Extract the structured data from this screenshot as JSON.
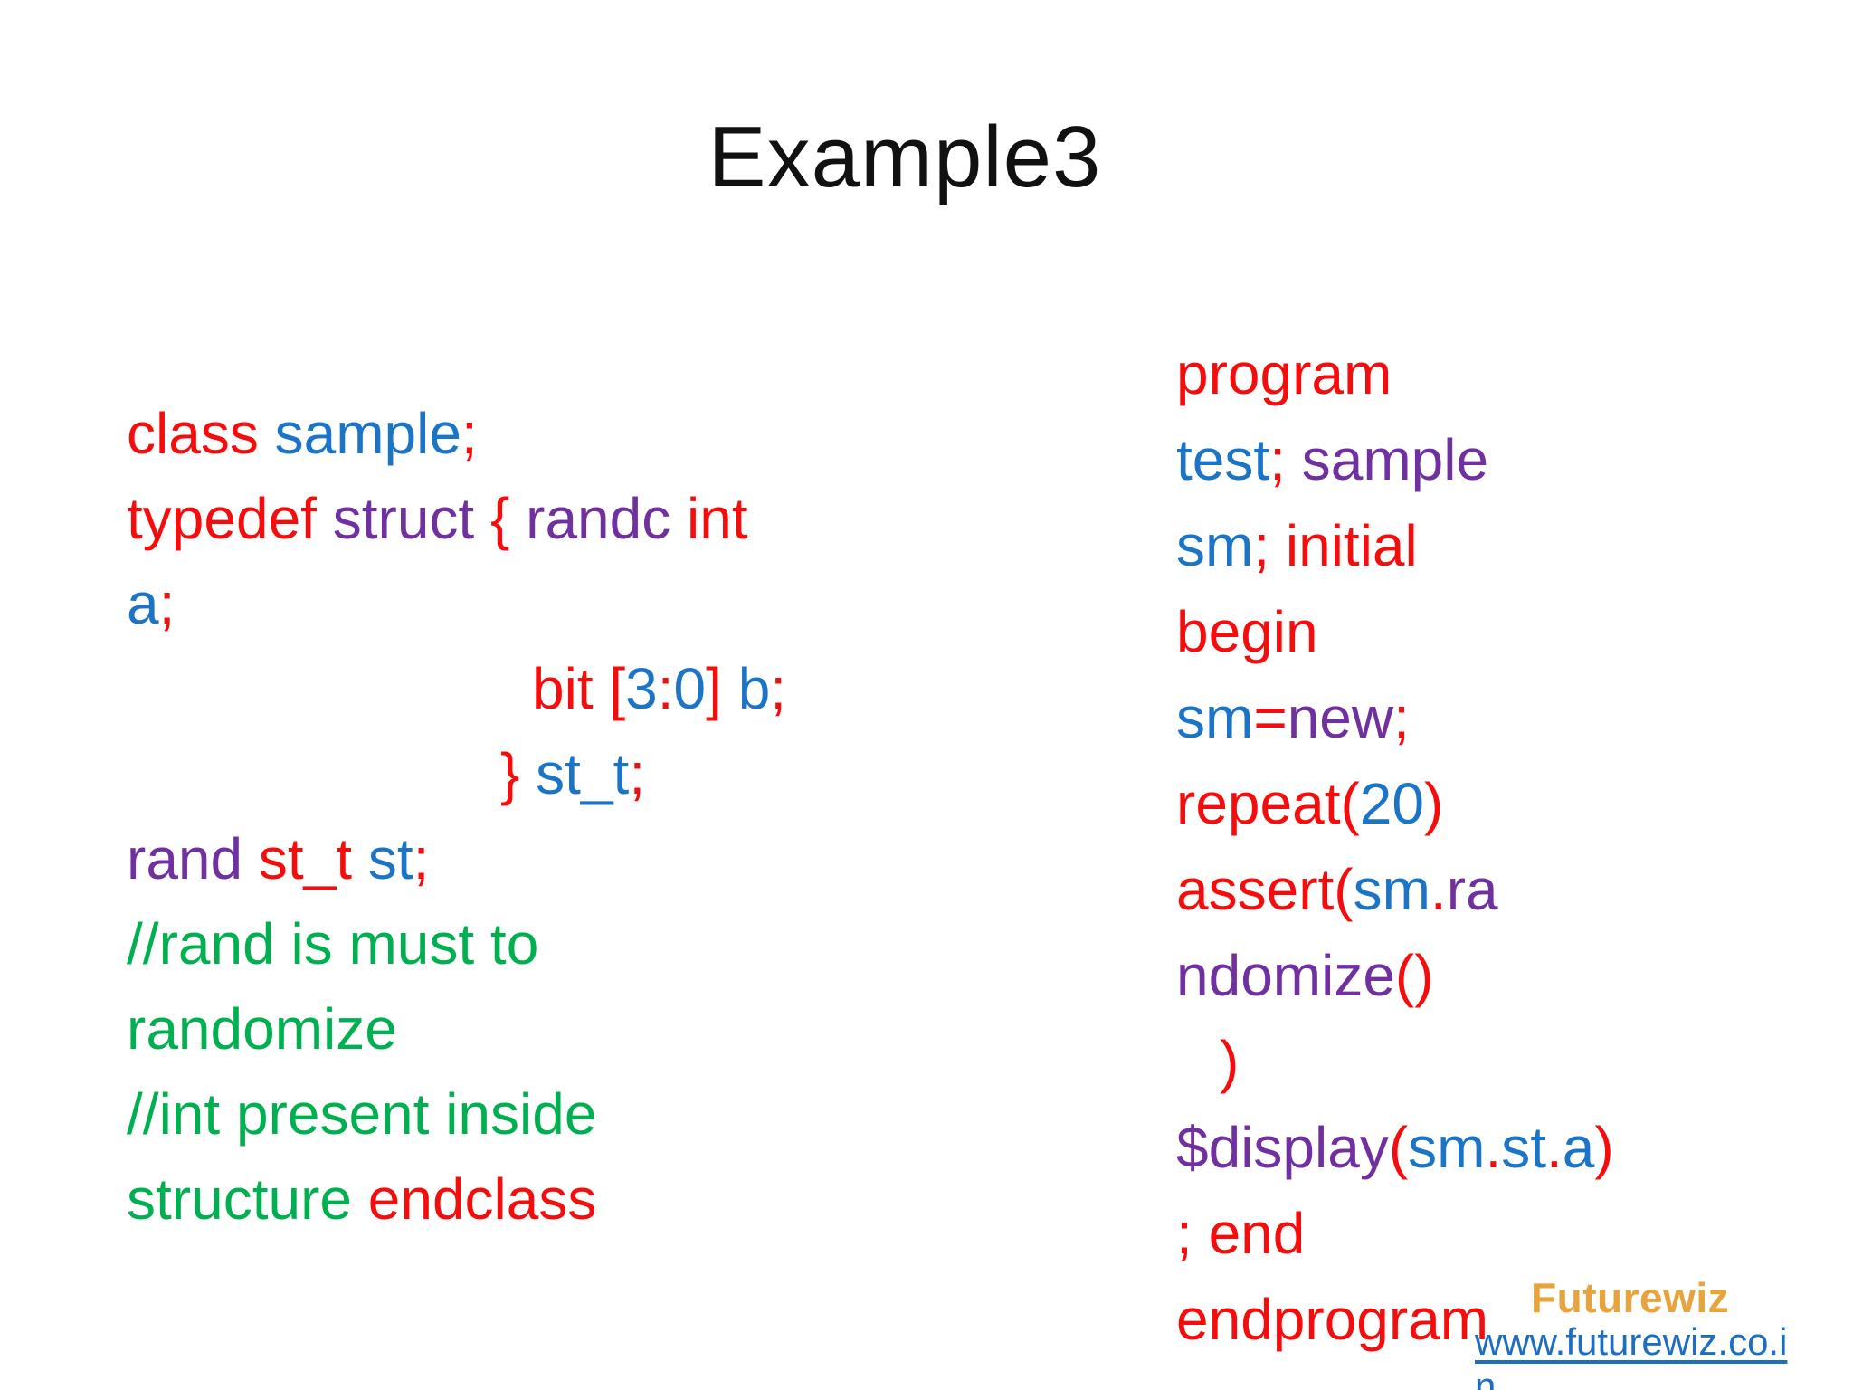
{
  "slide": {
    "title": "Example3"
  },
  "colors": {
    "red": "#F50D0D",
    "blue": "#1B74C5",
    "purple": "#7030A0",
    "green": "#00B050",
    "orange": "#E8A33D",
    "link_blue": "#1B6EC2",
    "title_black": "#111111"
  },
  "left_column": {
    "lines": [
      {
        "indent": 0,
        "segments": [
          {
            "text": "class ",
            "color": "red"
          },
          {
            "text": "sample",
            "color": "blue"
          },
          {
            "text": ";",
            "color": "red"
          }
        ]
      },
      {
        "indent": 0,
        "segments": [
          {
            "text": "typedef ",
            "color": "red"
          },
          {
            "text": "struct ",
            "color": "purple"
          },
          {
            "text": "{ ",
            "color": "red"
          },
          {
            "text": "randc ",
            "color": "purple"
          },
          {
            "text": "int",
            "color": "red"
          }
        ]
      },
      {
        "indent": 0,
        "segments": [
          {
            "text": "a",
            "color": "blue"
          },
          {
            "text": ";",
            "color": "red"
          }
        ]
      },
      {
        "indent": 448,
        "segments": [
          {
            "text": "bit ",
            "color": "red"
          },
          {
            "text": "[",
            "color": "red"
          },
          {
            "text": "3",
            "color": "blue"
          },
          {
            "text": ":",
            "color": "red"
          },
          {
            "text": "0",
            "color": "blue"
          },
          {
            "text": "] ",
            "color": "red"
          },
          {
            "text": "b",
            "color": "blue"
          },
          {
            "text": ";",
            "color": "red"
          }
        ]
      },
      {
        "indent": 413,
        "segments": [
          {
            "text": "} ",
            "color": "red"
          },
          {
            "text": "st_t",
            "color": "blue"
          },
          {
            "text": ";",
            "color": "red"
          }
        ]
      },
      {
        "indent": 0,
        "segments": [
          {
            "text": "rand ",
            "color": "purple"
          },
          {
            "text": "st_t ",
            "color": "red"
          },
          {
            "text": "st",
            "color": "blue"
          },
          {
            "text": ";",
            "color": "red"
          }
        ]
      },
      {
        "indent": 0,
        "segments": [
          {
            "text": "//rand is must to",
            "color": "green"
          }
        ]
      },
      {
        "indent": 0,
        "segments": [
          {
            "text": "randomize",
            "color": "green"
          }
        ]
      },
      {
        "indent": 0,
        "segments": [
          {
            "text": "//int present inside",
            "color": "green"
          }
        ]
      },
      {
        "indent": 0,
        "segments": [
          {
            "text": "structure ",
            "color": "green"
          },
          {
            "text": "endclass",
            "color": "red"
          }
        ]
      }
    ]
  },
  "right_column": {
    "lines": [
      {
        "indent": 0,
        "segments": [
          {
            "text": "program",
            "color": "red"
          }
        ]
      },
      {
        "indent": 0,
        "segments": [
          {
            "text": "test",
            "color": "blue"
          },
          {
            "text": "; ",
            "color": "red"
          },
          {
            "text": "sample",
            "color": "purple"
          }
        ]
      },
      {
        "indent": 0,
        "segments": [
          {
            "text": "sm",
            "color": "blue"
          },
          {
            "text": "; initial",
            "color": "red"
          }
        ]
      },
      {
        "indent": 0,
        "segments": [
          {
            "text": "begin",
            "color": "red"
          }
        ]
      },
      {
        "indent": 0,
        "segments": [
          {
            "text": "sm",
            "color": "blue"
          },
          {
            "text": "=",
            "color": "red"
          },
          {
            "text": "new",
            "color": "purple"
          },
          {
            "text": ";",
            "color": "red"
          }
        ]
      },
      {
        "indent": 0,
        "segments": [
          {
            "text": "repeat(",
            "color": "red"
          },
          {
            "text": "20",
            "color": "blue"
          },
          {
            "text": ")",
            "color": "red"
          }
        ]
      },
      {
        "indent": 0,
        "segments": [
          {
            "text": "assert(",
            "color": "red"
          },
          {
            "text": "sm",
            "color": "blue"
          },
          {
            "text": ".",
            "color": "red"
          },
          {
            "text": "ra",
            "color": "purple"
          }
        ]
      },
      {
        "indent": 0,
        "segments": [
          {
            "text": "ndomize",
            "color": "purple"
          },
          {
            "text": "()",
            "color": "red"
          }
        ]
      },
      {
        "indent": 48,
        "segments": [
          {
            "text": ")",
            "color": "red"
          }
        ]
      },
      {
        "indent": 0,
        "segments": [
          {
            "text": "$display",
            "color": "purple"
          },
          {
            "text": "(",
            "color": "red"
          },
          {
            "text": "sm",
            "color": "blue"
          },
          {
            "text": ".",
            "color": "red"
          },
          {
            "text": "st",
            "color": "blue"
          },
          {
            "text": ".",
            "color": "red"
          },
          {
            "text": "a",
            "color": "blue"
          },
          {
            "text": ")",
            "color": "red"
          }
        ]
      },
      {
        "indent": 0,
        "segments": [
          {
            "text": "; end",
            "color": "red"
          }
        ]
      },
      {
        "indent": 0,
        "segments": [
          {
            "text": "endprogram",
            "color": "red"
          }
        ]
      }
    ]
  },
  "footer": {
    "brand": "Futurewiz",
    "url_line1": "www.futurewiz.co.i",
    "url_line2": "n"
  }
}
